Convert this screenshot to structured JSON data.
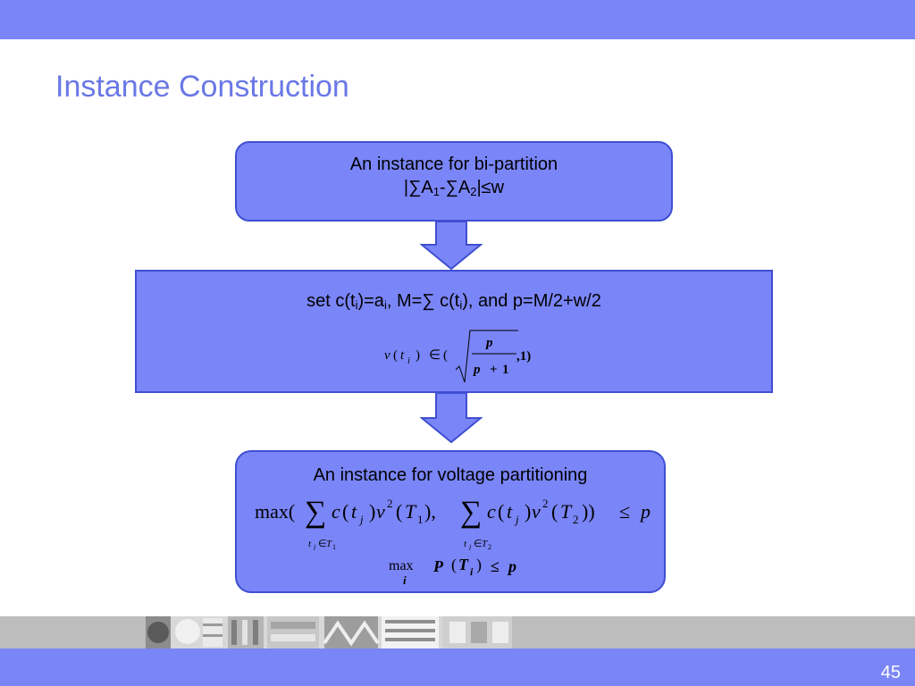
{
  "slide": {
    "title": "Instance Construction",
    "page_number": "45"
  },
  "flow": {
    "box1": {
      "line1": "An instance for bi-partition",
      "line2": {
        "p1": "|∑A",
        "s1": "1",
        "p2": "-∑A",
        "s2": "2",
        "p3": "|≤w"
      }
    },
    "box2": {
      "line1": {
        "p1": "set  c(t",
        "s1": "i",
        "p2": ")=a",
        "s2": "i",
        "p3": ", M=∑ c(t",
        "s3": "i",
        "p4": "), and p=M/2+w/2"
      },
      "formula": {
        "v": "v",
        "lp1": "(",
        "t": "t",
        "i": "i",
        "rp1": ")",
        "in": "∈",
        "lp2": "(",
        "num": "p",
        "den_p": "p",
        "den_plus": "+",
        "den_one": "1",
        "tail": ",1)"
      }
    },
    "box3": {
      "line1": "An instance for voltage partitioning",
      "formula1": {
        "max": "max(",
        "sum": "∑",
        "c": "c",
        "lp": "(",
        "t": "t",
        "j": "j",
        "rp": ")",
        "v": "v",
        "sq": "2",
        "lp2": "(",
        "T": "T",
        "one": "1",
        "two": "2",
        "close1": "),",
        "close2": "))",
        "le": "≤",
        "p": "p",
        "sub_t": "t",
        "sub_j": "j",
        "sub_in": "∈",
        "sub_T": "T"
      },
      "formula2": {
        "max": "max",
        "i": "i",
        "P": "P",
        "lp": "(",
        "T": "T",
        "rp": ")",
        "le": "≤",
        "p": "p"
      }
    }
  },
  "colors": {
    "bar": "#7a85f8",
    "box_fill": "#7a85f8",
    "box_border": "#3f4fd1",
    "title": "#6a78e6",
    "strip": "#bdbdbd"
  }
}
